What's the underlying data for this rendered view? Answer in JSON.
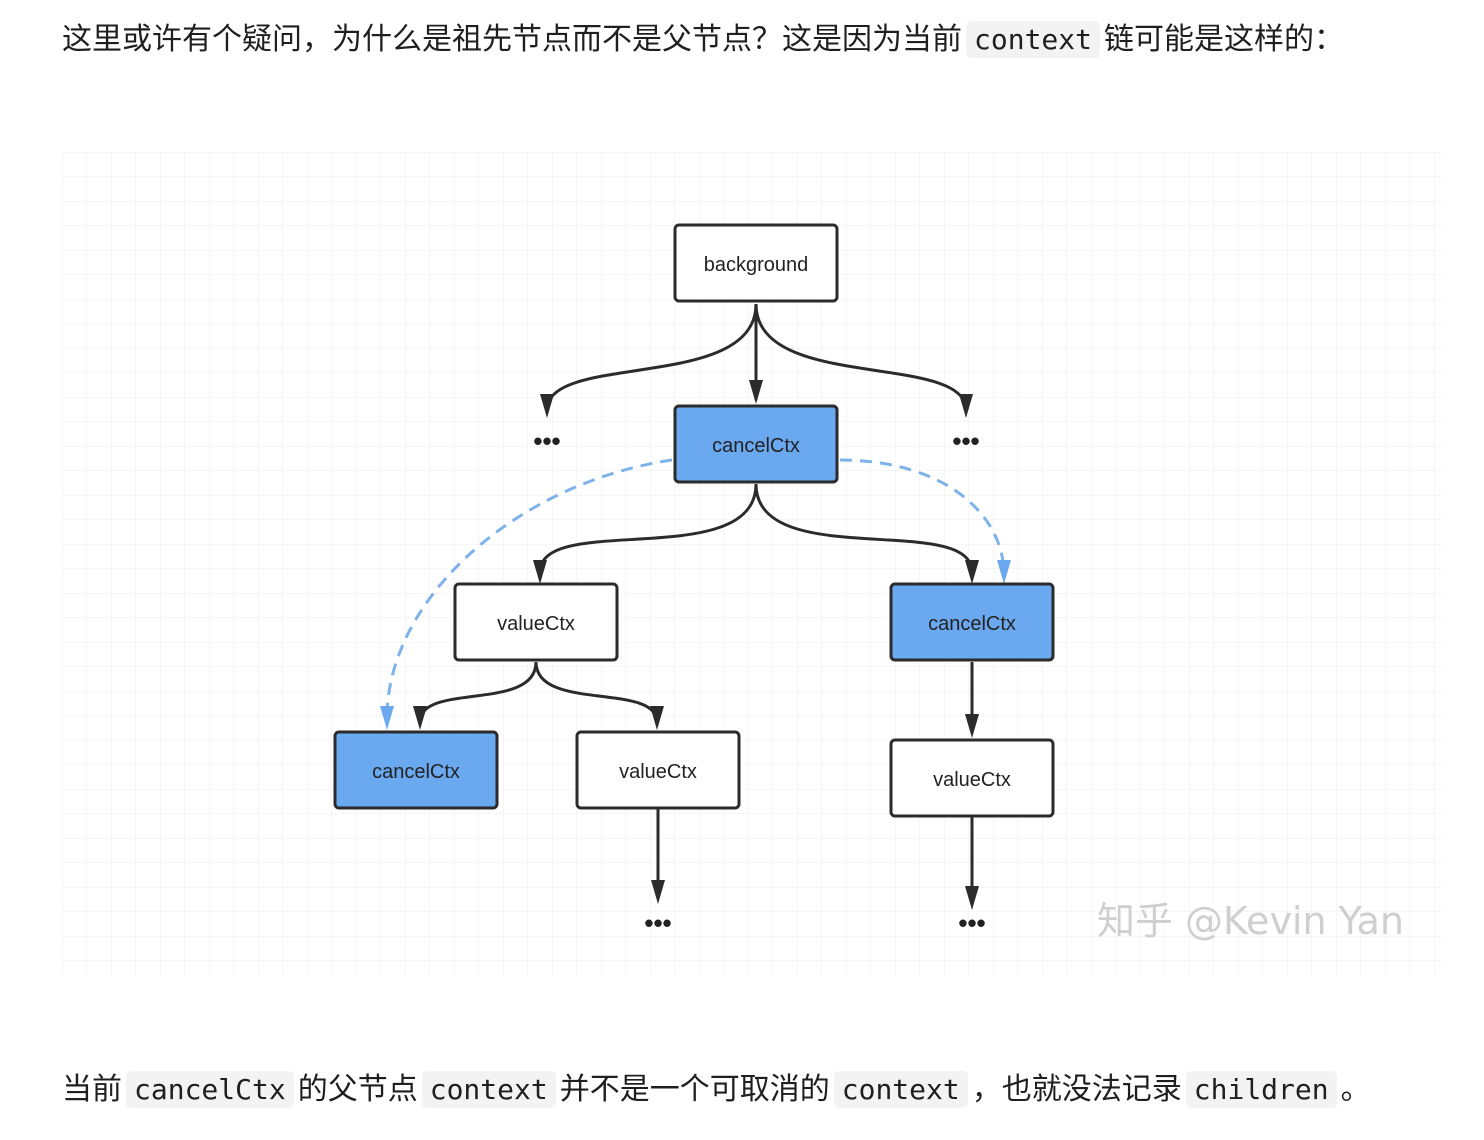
{
  "intro": {
    "text_before": "这里或许有个疑问，为什么是祖先节点而不是父节点？这是因为当前",
    "code": "context",
    "text_after": "链可能是这样的："
  },
  "diagram": {
    "nodes": {
      "root": "background",
      "mid": "cancelCtx",
      "left": "valueCtx",
      "right": "cancelCtx",
      "left_left": "cancelCtx",
      "left_right": "valueCtx",
      "right_child": "valueCtx"
    },
    "ellipsis": "•••",
    "watermark": "知乎 @Kevin Yan",
    "colors": {
      "highlight": "#6aa8f0",
      "plain": "#ffffff",
      "stroke": "#2b2b2b",
      "dashed": "#7db2ea"
    }
  },
  "outro": {
    "t1": "当前",
    "c1": "cancelCtx",
    "t2": "的父节点",
    "c2": "context",
    "t3": "并不是一个可取消的",
    "c3": "context",
    "t4": "，也就没法记录",
    "c4": "children",
    "t5": "。"
  }
}
